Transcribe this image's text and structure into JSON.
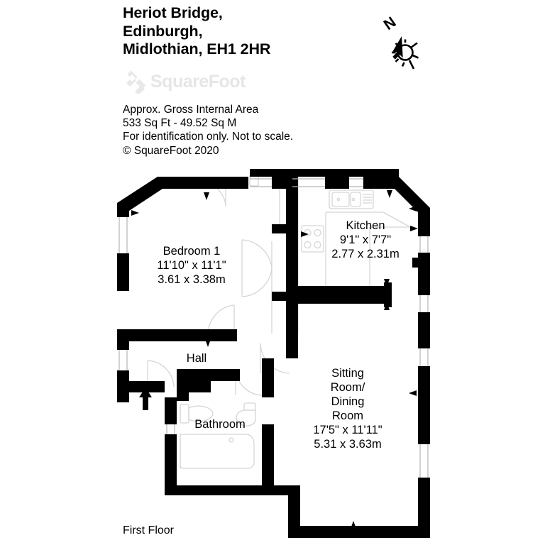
{
  "header": {
    "address_lines": [
      "Heriot Bridge,",
      "Edinburgh,",
      "Midlothian, EH1 2HR"
    ],
    "logo_text": "SquareFoot",
    "logo_color": "#e6e6e6"
  },
  "info": {
    "lines": [
      "Approx. Gross Internal Area",
      "533 Sq Ft  -  49.52 Sq M",
      "For identification only. Not to scale.",
      "© SquareFoot 2020"
    ]
  },
  "compass": {
    "north_letter": "N",
    "label": "compass-north-indicator"
  },
  "rooms": [
    {
      "id": "bedroom-1",
      "name": "Bedroom 1",
      "dim_imperial": "11'10\" x 11'1\"",
      "dim_metric": "3.61 x 3.38m"
    },
    {
      "id": "kitchen",
      "name": "Kitchen",
      "dim_imperial": "9'1\" x 7'7\"",
      "dim_metric": "2.77 x 2.31m"
    },
    {
      "id": "sitting-dining-room",
      "name_lines": [
        "Sitting",
        "Room/",
        "Dining",
        "Room"
      ],
      "dim_imperial": "17'5\" x 11'11\"",
      "dim_metric": "5.31 x 3.63m"
    },
    {
      "id": "hall",
      "name": "Hall",
      "dim_imperial": "",
      "dim_metric": ""
    },
    {
      "id": "bathroom",
      "name": "Bathroom",
      "dim_imperial": "",
      "dim_metric": ""
    }
  ],
  "room_labels": {
    "bedroom_name": "Bedroom 1",
    "bedroom_imperial": "11'10\" x 11'1\"",
    "bedroom_metric": "3.61 x 3.38m",
    "kitchen_name": "Kitchen",
    "kitchen_imperial": "9'1\" x 7'7\"",
    "kitchen_metric": "2.77 x 2.31m",
    "sitting_l1": "Sitting",
    "sitting_l2": "Room/",
    "sitting_l3": "Dining",
    "sitting_l4": "Room",
    "sitting_imperial": "17'5\" x 11'11\"",
    "sitting_metric": "5.31 x 3.63m",
    "hall_name": "Hall",
    "bathroom_name": "Bathroom"
  },
  "footer": {
    "floor_label": "First Floor"
  },
  "colors": {
    "wall": "#000000",
    "fixture_outline": "#d0d0d0",
    "background": "#ffffff",
    "text": "#000000"
  }
}
